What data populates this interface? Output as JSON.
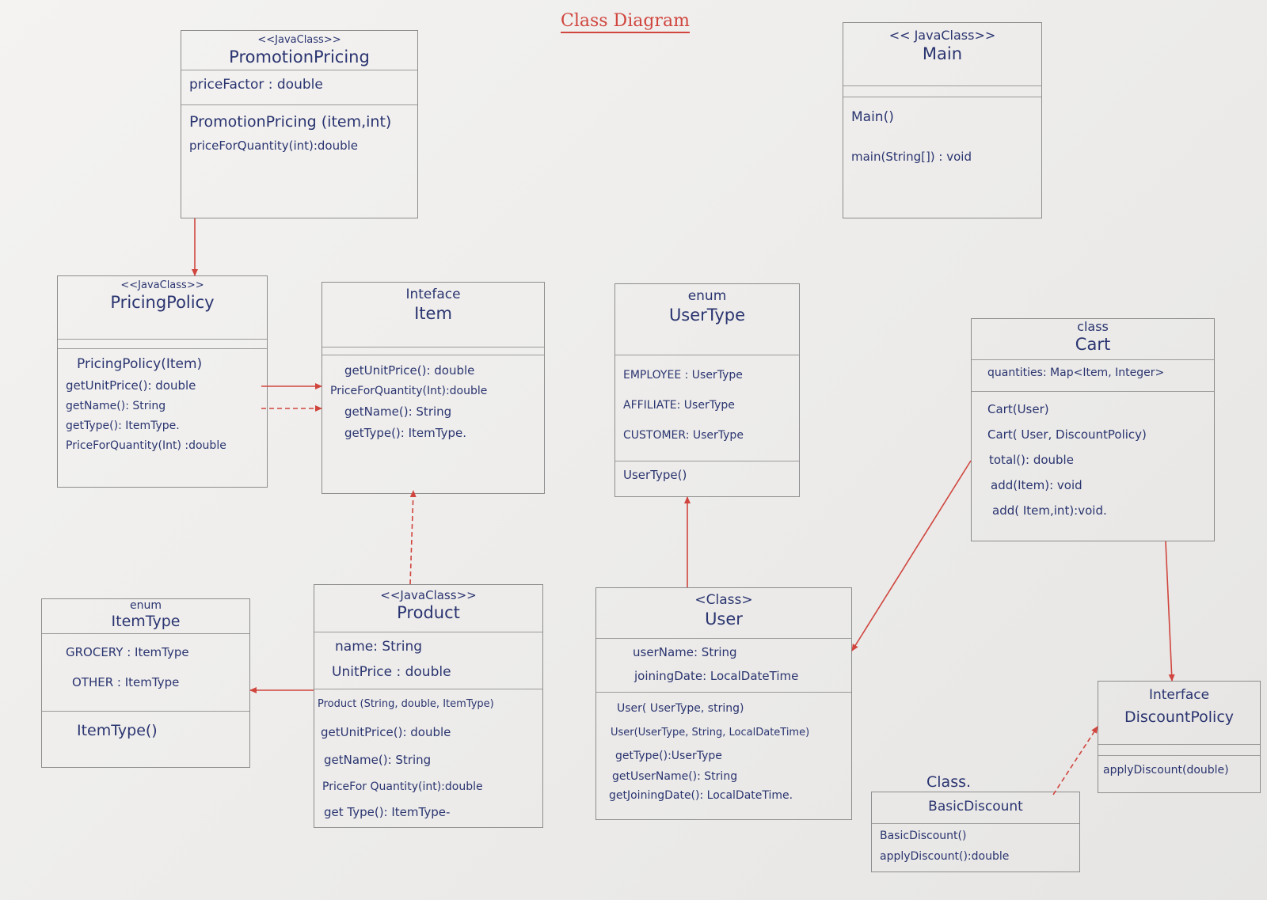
{
  "diagram": {
    "title": "Class Diagram",
    "accent_color": "#d0453e",
    "ink_color": "#2a3470",
    "classes": {
      "promotion_pricing": {
        "stereotype": "<<JavaClass>>",
        "name": "PromotionPricing",
        "attributes": [
          "priceFactor : double"
        ],
        "methods": [
          "PromotionPricing (item,int)",
          "priceForQuantity(int):double"
        ]
      },
      "main": {
        "stereotype": "<< JavaClass>>",
        "name": "Main",
        "attributes": [],
        "methods": [
          "Main()",
          "main(String[]) : void"
        ]
      },
      "pricing_policy": {
        "stereotype": "<<JavaClass>>",
        "name": "PricingPolicy",
        "attributes": [],
        "methods": [
          "PricingPolicy(Item)",
          "getUnitPrice(): double",
          "getName(): String",
          "getType(): ItemType.",
          "PriceForQuantity(Int) :double"
        ]
      },
      "item": {
        "stereotype": "Inteface",
        "name": "Item",
        "attributes": [],
        "methods": [
          "getUnitPrice(): double",
          "PriceForQuantity(Int):double",
          "getName(): String",
          "getType(): ItemType."
        ]
      },
      "user_type": {
        "stereotype": "enum",
        "name": "UserType",
        "attributes": [
          "EMPLOYEE : UserType",
          "AFFILIATE: UserType",
          "CUSTOMER: UserType"
        ],
        "methods": [
          "UserType()"
        ]
      },
      "cart": {
        "stereotype": "class",
        "name": "Cart",
        "attributes": [
          "quantities: Map<Item, Integer>"
        ],
        "methods": [
          "Cart(User)",
          "Cart( User, DiscountPolicy)",
          "total(): double",
          "add(Item): void",
          "add( Item,int):void."
        ]
      },
      "item_type": {
        "stereotype": "enum",
        "name": "ItemType",
        "attributes": [
          "GROCERY : ItemType",
          "OTHER : ItemType"
        ],
        "methods": [
          "ItemType()"
        ]
      },
      "product": {
        "stereotype": "<<JavaClass>>",
        "name": "Product",
        "attributes": [
          "name: String",
          "UnitPrice : double"
        ],
        "methods": [
          "Product (String, double, ItemType)",
          "getUnitPrice(): double",
          "getName(): String",
          "PriceFor Quantity(int):double",
          "get Type(): ItemType-"
        ]
      },
      "user": {
        "stereotype": "<Class>",
        "name": "User",
        "attributes": [
          "userName: String",
          "joiningDate: LocalDateTime"
        ],
        "methods": [
          "User( UserType, string)",
          "User(UserType, String, LocalDateTime)",
          "getType():UserType",
          "getUserName(): String",
          "getJoiningDate(): LocalDateTime."
        ]
      },
      "discount_policy": {
        "stereotype": "Interface",
        "name": "DiscountPolicy",
        "attributes": [],
        "methods": [
          "applyDiscount(double)"
        ]
      },
      "basic_discount": {
        "stereotype": "Class.",
        "name": "BasicDiscount",
        "attributes": [],
        "methods": [
          "BasicDiscount()",
          "applyDiscount():double"
        ]
      }
    }
  }
}
